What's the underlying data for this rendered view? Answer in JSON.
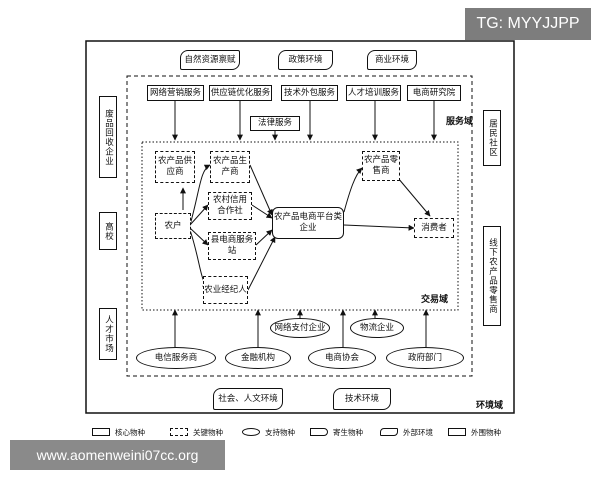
{
  "watermark_top": "TG: MYYJJPP",
  "watermark_bottom": "www.aomenweini07cc.org",
  "environment_top": {
    "natural": "自然资源禀赋",
    "policy": "政策环境",
    "commerce": "商业环境"
  },
  "environment_bottom": {
    "social": "社会、人文环境",
    "tech": "技术环境"
  },
  "environment_label": "环境域",
  "left_side": {
    "waste": "废品回收企业",
    "school": "高校",
    "talent": "人才市场"
  },
  "right_side": {
    "community": "居民社区",
    "offline": "线下农产品零售商"
  },
  "service": {
    "label": "服务域",
    "marketing": "网络营销服务",
    "supply_chain": "供应链优化服务",
    "outsourcing": "技术外包服务",
    "training": "人才培训服务",
    "research": "电商研究院",
    "legal": "法律服务"
  },
  "trade": {
    "label": "交易域",
    "supplier": "农产品供应商",
    "producer": "农产品生产商",
    "farmer": "农户",
    "coop": "农村信用合作社",
    "county": "县电商服务站",
    "broker": "农业经纪人",
    "platform": "农产品电商平台类企业",
    "retailer": "农产品零售商",
    "consumer": "消费者",
    "payment": "网络支付企业",
    "logistics": "物流企业"
  },
  "support_row": {
    "telecom": "电信服务商",
    "finance": "金融机构",
    "association": "电商协会",
    "government": "政府部门"
  },
  "legend": {
    "core": "核心物种",
    "key": "关键物种",
    "support": "支持物种",
    "parasite": "寄生物种",
    "external": "外部环境",
    "foreign": "外围物种"
  }
}
